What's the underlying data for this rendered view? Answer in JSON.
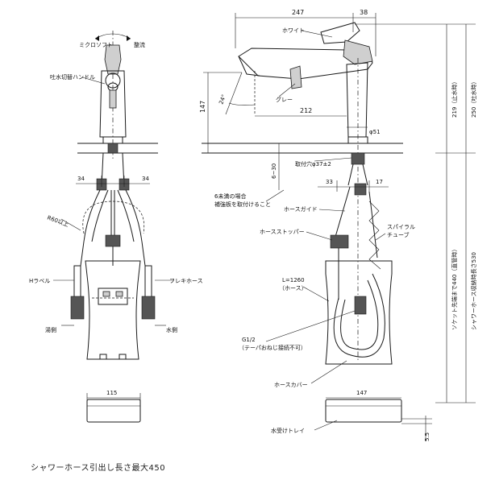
{
  "labels": {
    "micro_soft": "ミクロソフト",
    "seiryu": "整流",
    "toisui_handle": "吐水切替ハンドル",
    "white": "ホワイト",
    "gray": "グレー",
    "toritsuke": "取付穴φ37±2",
    "six_miman_1": "6未満の場合",
    "six_miman_2": "補強板を取付けること",
    "hose_guide": "ホースガイド",
    "hose_stopper": "ホースストッパー",
    "spiral_1": "スパイラル",
    "spiral_2": "チューブ",
    "l1260_1": "L=1260",
    "l1260_2": "（ホース）",
    "g12_1": "G1/2",
    "g12_2": "（テーパおねじ接続不可）",
    "hose_cover": "ホースカバー",
    "mizuuke": "水受けトレイ",
    "r60": "R60以上",
    "h_label": "Hラベル",
    "flexi": "フレキホース",
    "yu_side": "湯側",
    "mizu_side": "水側",
    "v_socket": "ソケット先端まで440（直管時）",
    "v_shower": "シャワーホース収納時長さ530",
    "v_tomemizu": "219（止水時）",
    "v_tosui": "250（吐水時）",
    "footer": "シャワーホース引出し長さ最大450"
  },
  "dims": {
    "d247": "247",
    "d38": "38",
    "d147": "147",
    "d212": "212",
    "d24": "24°",
    "d51": "φ51",
    "d6_30": "6~30",
    "d33": "33",
    "d17": "17",
    "d34a": "34",
    "d34b": "34",
    "d115": "115",
    "d147b": "147",
    "d55": "5.5"
  }
}
